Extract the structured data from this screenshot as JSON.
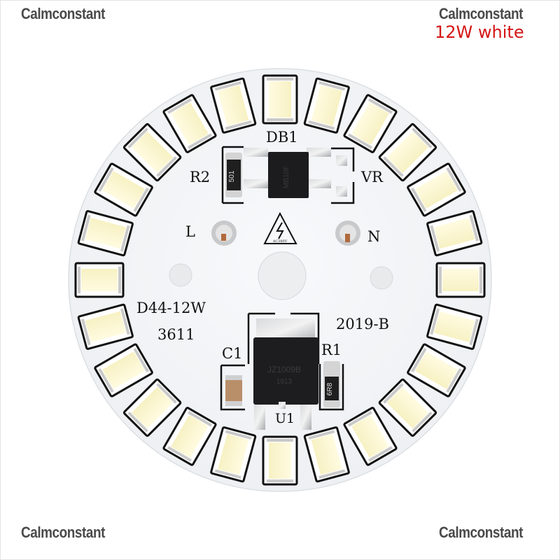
{
  "watermarks": {
    "top_left": "Calmconstant",
    "top_right": "Calmconstant",
    "bottom_left": "Calmconstant",
    "bottom_right": "Calmconstant"
  },
  "product": {
    "variant_label": "12W white",
    "variant_color": "#d41616"
  },
  "pcb": {
    "shape": "round",
    "led_count": 24,
    "led_color": "#fbf6cf",
    "board_color": "#f4f5f7",
    "silkscreen": {
      "db1": "DB1",
      "r2": "R2",
      "vr": "VR",
      "l": "L",
      "n": "N",
      "model": "D44-12W",
      "code": "3611",
      "revision": "2019-B",
      "c1": "C1",
      "r1": "R1",
      "u1": "U1"
    },
    "components": {
      "r2_marking": "501",
      "db1_marking": "MB10F",
      "u1_marking": "JZ1009B",
      "u1_lot": "1913",
      "r1_marking": "6R8",
      "warning_symbol": "high-voltage-warning",
      "warning_text": "AC380V"
    }
  }
}
